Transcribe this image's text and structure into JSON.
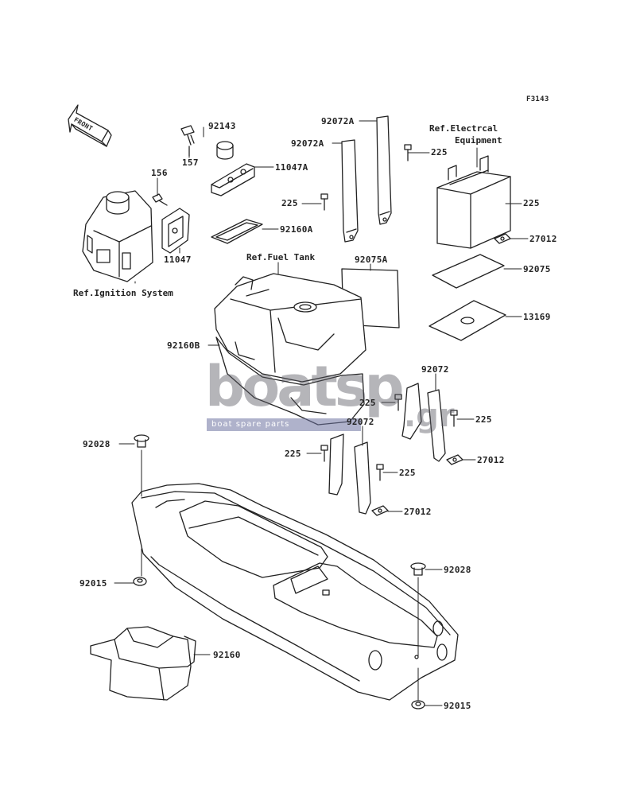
{
  "figure_code": "F3143",
  "front_label": "FRONT",
  "refs": {
    "electrical_line1": "Ref.Electrcal",
    "electrical_line2": "Equipment",
    "fuel_tank": "Ref.Fuel Tank",
    "ignition": "Ref.Ignition System"
  },
  "parts": {
    "p92143": "92143",
    "p157": "157",
    "p11047A": "11047A",
    "p156": "156",
    "p11047": "11047",
    "p92160A": "92160A",
    "p92072A_top": "92072A",
    "p92072A_mid": "92072A",
    "p225_a": "225",
    "p225_b": "225",
    "p225_c": "225",
    "p27012_a": "27012",
    "p92075A": "92075A",
    "p92075": "92075",
    "p13169": "13169",
    "p92160B": "92160B",
    "p92072_a": "92072",
    "p225_d": "225",
    "p225_e": "225",
    "p92072_b": "92072",
    "p27012_b": "27012",
    "p225_f": "225",
    "p225_g": "225",
    "p27012_c": "27012",
    "p92028_a": "92028",
    "p92015_a": "92015",
    "p92028_b": "92028",
    "p92160": "92160",
    "p92015_b": "92015"
  },
  "watermark": {
    "main": "boatsp",
    "suffix": ".gr",
    "sub": "boat spare parts"
  }
}
